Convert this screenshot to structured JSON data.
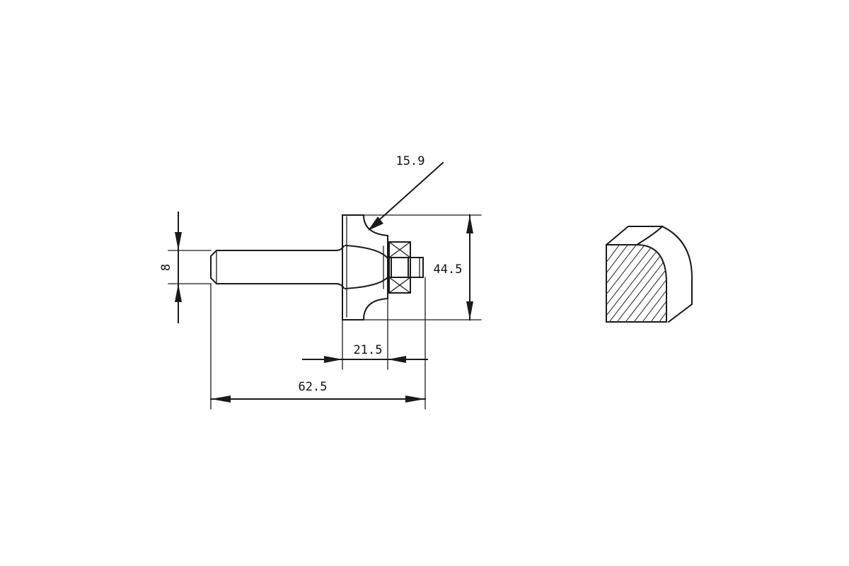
{
  "dimensions": {
    "shank_diameter": "8",
    "radius": "15.9",
    "cutter_diameter": "44.5",
    "cutting_height": "21.5",
    "overall_length": "62.5"
  }
}
